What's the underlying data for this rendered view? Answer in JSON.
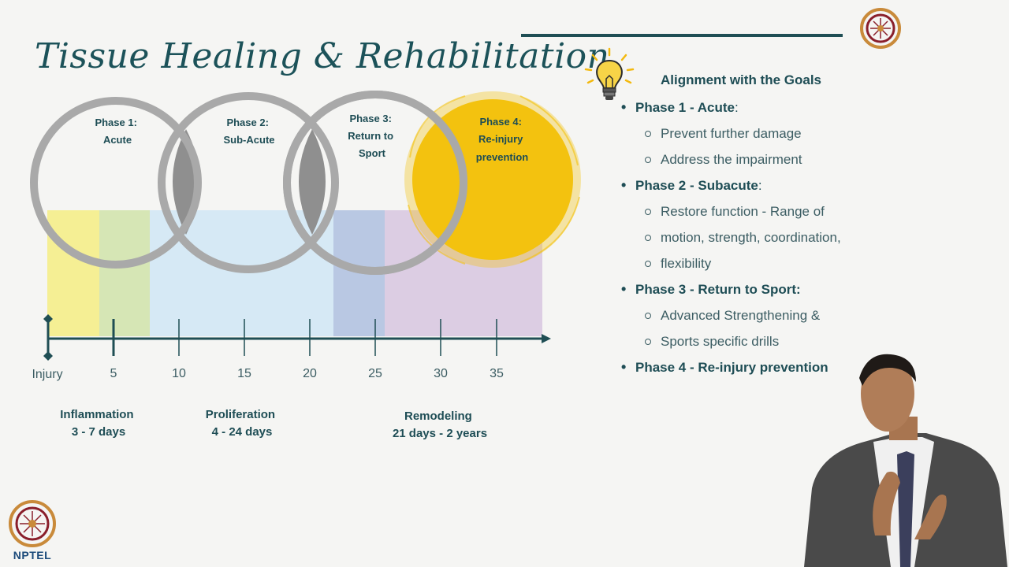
{
  "slide": {
    "title": "Tissue Healing & Rehabilitation",
    "logo_text": "NPTEL"
  },
  "diagram": {
    "phases": [
      {
        "lines": [
          "Phase 1:",
          "Acute"
        ]
      },
      {
        "lines": [
          "Phase 2:",
          "Sub-Acute"
        ]
      },
      {
        "lines": [
          "Phase 3:",
          "Return to",
          "Sport"
        ]
      },
      {
        "lines": [
          "Phase 4:",
          "Re-injury",
          "prevention"
        ]
      }
    ],
    "axis": {
      "start_label": "Injury",
      "ticks": [
        "5",
        "10",
        "15",
        "20",
        "25",
        "30",
        "35"
      ]
    },
    "stages": [
      {
        "name": "Inflammation",
        "duration": "3 - 7 days"
      },
      {
        "name": "Proliferation",
        "duration": "4 - 24 days"
      },
      {
        "name": "Remodeling",
        "duration": "21 days - 2 years"
      }
    ],
    "colors": {
      "ring": "#a9a9a9",
      "lens": "#8f8f8f",
      "phase4_fill": "#f3c20f",
      "inflammation_a": "#f5ef94",
      "inflammation_b": "#d6e6b5",
      "proliferation": "#d6e9f5",
      "overlap": "#b9c8e3",
      "remodeling": "#dccde3",
      "axis": "#1f4e54"
    }
  },
  "goals": {
    "heading": "Alignment with the Goals",
    "phases": [
      {
        "label": "Phase 1 - Acute",
        "colon": ":",
        "items": [
          "Prevent further damage",
          "Address the impairment"
        ]
      },
      {
        "label": "Phase 2 - Subacute",
        "colon": ":",
        "items": [
          "Restore function - Range of",
          "motion, strength, coordination,",
          "flexibility"
        ]
      },
      {
        "label": "Phase 3 - Return to Sport:",
        "colon": "",
        "items": [
          "Advanced Strengthening &",
          "Sports specific drills"
        ]
      },
      {
        "label": "Phase 4 - Re-injury prevention",
        "colon": "",
        "items": []
      }
    ]
  }
}
